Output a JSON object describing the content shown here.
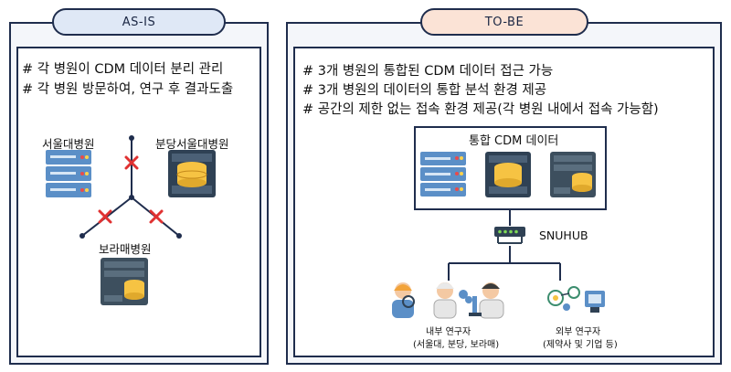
{
  "as_is": {
    "title": "AS-IS",
    "bullets": [
      "# 각 병원이 CDM 데이터 분리 관리",
      "# 각 병원 방문하여, 연구 후 결과도출"
    ],
    "hospitals": [
      "서울대병원",
      "분당서울대병원",
      "보라매병원"
    ]
  },
  "to_be": {
    "title": "TO-BE",
    "bullets": [
      "# 3개 병원의 통합된 CDM 데이터 접근 가능",
      "# 3개 병원의 데이터의 통합 분석 환경 제공",
      "# 공간의 제한 없는 접속 환경 제공(각 병원 내에서 접속 가능함)"
    ],
    "integrated_label": "통합 CDM 데이터",
    "hub_label": "SNUHUB",
    "internal": {
      "title": "내부 연구자",
      "sub": "(서울대, 분당, 보라매)"
    },
    "external": {
      "title": "외부 연구자",
      "sub": "(제약사 및 기업 등)"
    }
  },
  "colors": {
    "frame": "#1f2d4d",
    "asis_pill": "#dfe8f6",
    "tobe_pill": "#fbe3d6",
    "cross": "#e03131"
  }
}
